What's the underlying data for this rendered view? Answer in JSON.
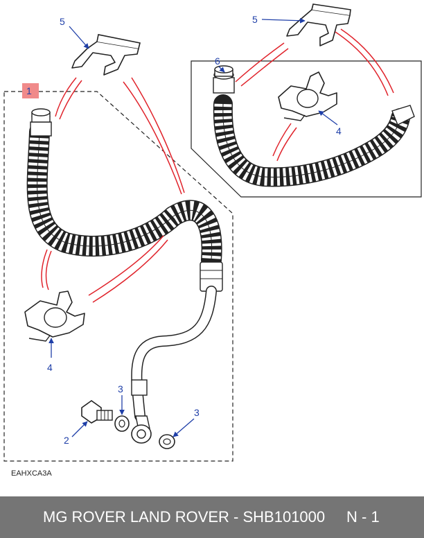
{
  "diagram": {
    "callouts": [
      "1",
      "2",
      "3",
      "3",
      "4",
      "4",
      "5",
      "5",
      "6"
    ],
    "drawing_code": "EAHXCA3A"
  },
  "footer": {
    "brand_part": "MG ROVER LAND ROVER - SHB101000",
    "page": "N - 1"
  },
  "colors": {
    "callout_text": "#1f3fa8",
    "leader_red": "#e0232b",
    "highlight_box": "#f08a8a",
    "footer_bg": "#757575"
  }
}
